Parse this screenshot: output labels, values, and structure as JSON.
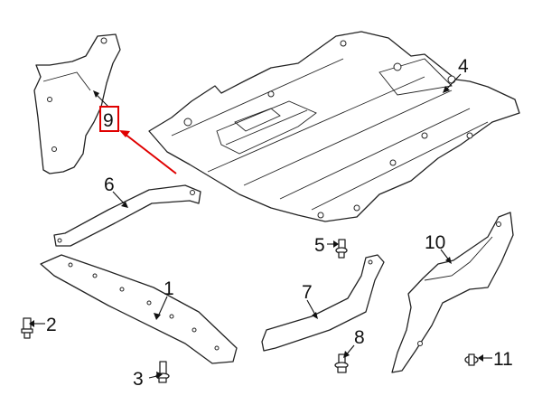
{
  "diagram": {
    "callouts": [
      {
        "id": "1",
        "text": "1"
      },
      {
        "id": "2",
        "text": "2"
      },
      {
        "id": "3",
        "text": "3"
      },
      {
        "id": "4",
        "text": "4"
      },
      {
        "id": "5",
        "text": "5"
      },
      {
        "id": "6",
        "text": "6"
      },
      {
        "id": "7",
        "text": "7"
      },
      {
        "id": "8",
        "text": "8"
      },
      {
        "id": "9",
        "text": "9"
      },
      {
        "id": "10",
        "text": "10"
      },
      {
        "id": "11",
        "text": "11"
      }
    ],
    "highlighted_callout": "9",
    "highlight_color": "#e00000",
    "line_color": "#222222"
  }
}
